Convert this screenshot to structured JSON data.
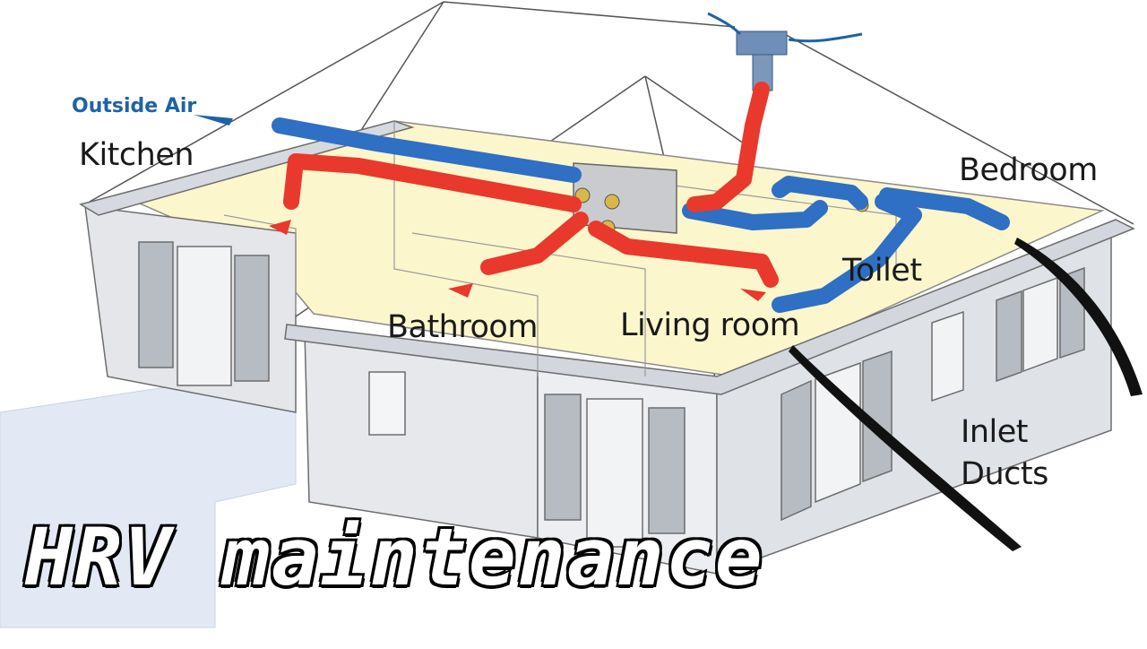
{
  "diagram": {
    "labels": {
      "outside_air": "Outside Air",
      "kitchen": "Kitchen",
      "bedroom": "Bedroom",
      "toilet": "Toilet",
      "bathroom": "Bathroom",
      "living_room": "Living room",
      "inlet_ducts_line1": "Inlet",
      "inlet_ducts_line2": "Ducts"
    },
    "title": "HRV maintenance",
    "colors": {
      "supply_duct": "#e8392c",
      "extract_duct": "#2f6fc4",
      "wall": "#e9ebef",
      "ceiling": "#fbf4c6",
      "floor_tile": "#dfe6f3"
    }
  }
}
